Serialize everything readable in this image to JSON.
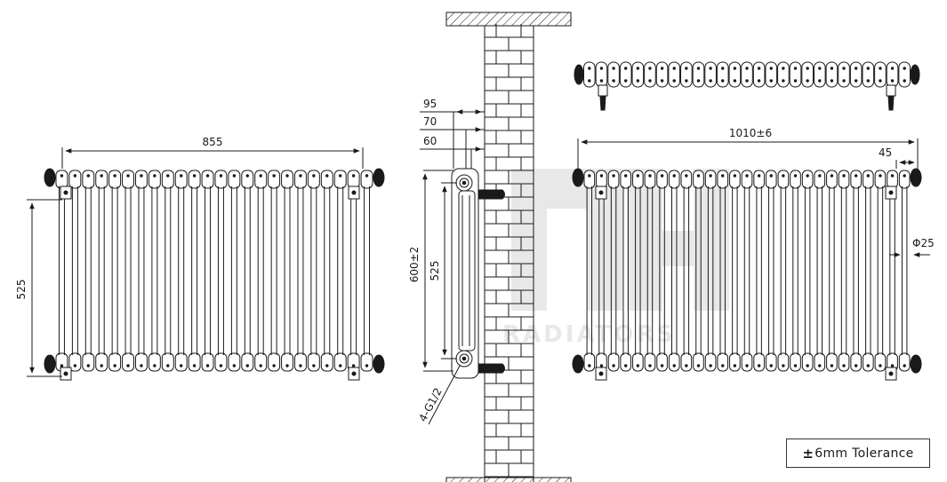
{
  "drawing": {
    "front_width_label": "855",
    "front_height_label": "525",
    "side_depth_95": "95",
    "side_depth_70": "70",
    "side_depth_60": "60",
    "side_total_height": "600±2",
    "side_centers_height": "525",
    "connection_label": "4-G1/2",
    "right_width_label": "1010±6",
    "right_offset_label": "45",
    "right_pipe_label": "Φ25"
  },
  "tolerance": {
    "symbol": "±",
    "text": "6mm Tolerance"
  },
  "watermark": {
    "text": "RADIATORS"
  },
  "colors": {
    "line": "#1a1a1a",
    "background": "#ffffff",
    "watermark": "#e6e6e6"
  }
}
